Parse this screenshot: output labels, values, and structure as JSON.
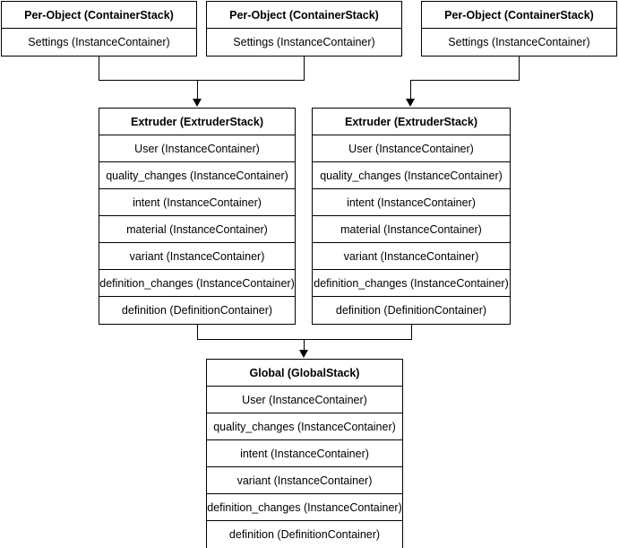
{
  "diagram": {
    "title": "Cura container stack hierarchy",
    "type": "flow-diagram",
    "background_color": "#ffffff",
    "line_color": "#000000",
    "text_color": "#000000"
  },
  "nodes": {
    "per_object_1": {
      "header": "Per-Object (ContainerStack)",
      "rows": [
        "Settings (InstanceContainer)"
      ]
    },
    "per_object_2": {
      "header": "Per-Object (ContainerStack)",
      "rows": [
        "Settings (InstanceContainer)"
      ]
    },
    "per_object_3": {
      "header": "Per-Object (ContainerStack)",
      "rows": [
        "Settings (InstanceContainer)"
      ]
    },
    "extruder_1": {
      "header": "Extruder (ExtruderStack)",
      "rows": [
        "User (InstanceContainer)",
        "quality_changes (InstanceContainer)",
        "intent (InstanceContainer)",
        "material (InstanceContainer)",
        "variant (InstanceContainer)",
        "definition_changes (InstanceContainer)",
        "definition (DefinitionContainer)"
      ]
    },
    "extruder_2": {
      "header": "Extruder (ExtruderStack)",
      "rows": [
        "User (InstanceContainer)",
        "quality_changes (InstanceContainer)",
        "intent (InstanceContainer)",
        "material (InstanceContainer)",
        "variant (InstanceContainer)",
        "definition_changes (InstanceContainer)",
        "definition (DefinitionContainer)"
      ]
    },
    "global_stack": {
      "header": "Global (GlobalStack)",
      "rows": [
        "User (InstanceContainer)",
        "quality_changes (InstanceContainer)",
        "intent (InstanceContainer)",
        "variant (InstanceContainer)",
        "definition_changes (InstanceContainer)",
        "definition (DefinitionContainer)"
      ]
    }
  }
}
